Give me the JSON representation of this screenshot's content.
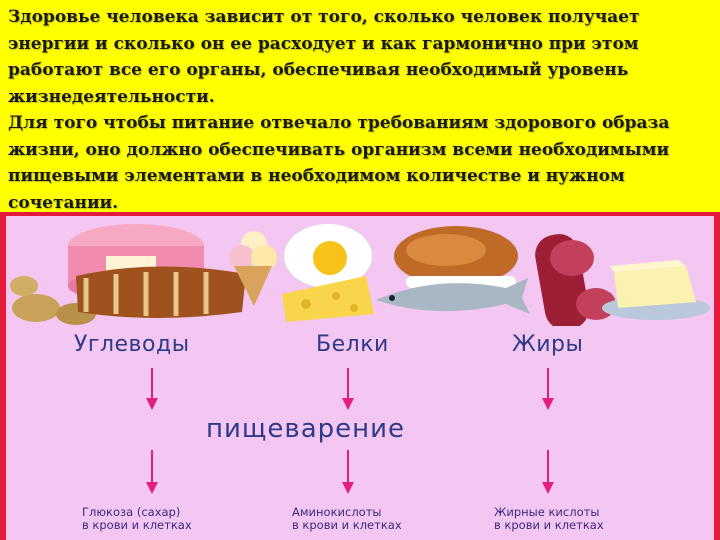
{
  "text": {
    "paragraph1": "  Здоровье человека зависит от того, сколько человек получает энергии и сколько он ее расходует и как гармонично при этом работают все его органы, обеспечивая необходимый уровень жизнедеятельности.",
    "paragraph2": "  Для того чтобы питание отвечало требованиям здорового образа жизни, оно должно обеспечивать организм всеми необходимыми пищевыми элементами в необходимом количестве и нужном сочетании."
  },
  "diagram": {
    "nutrients": [
      "Углеводы",
      "Белки",
      "Жиры"
    ],
    "process": "пищеварение",
    "products": [
      {
        "line1": "Глюкоза (сахар)",
        "line2": "в крови и клетках"
      },
      {
        "line1": "Аминокислоты",
        "line2": "в крови и клетках"
      },
      {
        "line1": "Жирные кислоты",
        "line2": "в крови и клетках"
      }
    ]
  },
  "colors": {
    "text_background": "#ffff00",
    "frame": "#e41a3a",
    "diagram_background": "#f4c6f2",
    "arrow": "#e0207a",
    "label": "#2f3a88"
  },
  "icons": [
    "cake-icon",
    "bread-icon",
    "egg-icon",
    "ice-cream-icon",
    "cheese-icon",
    "fish-icon",
    "chicken-icon",
    "sausage-icon",
    "butter-icon",
    "potato-icon"
  ]
}
